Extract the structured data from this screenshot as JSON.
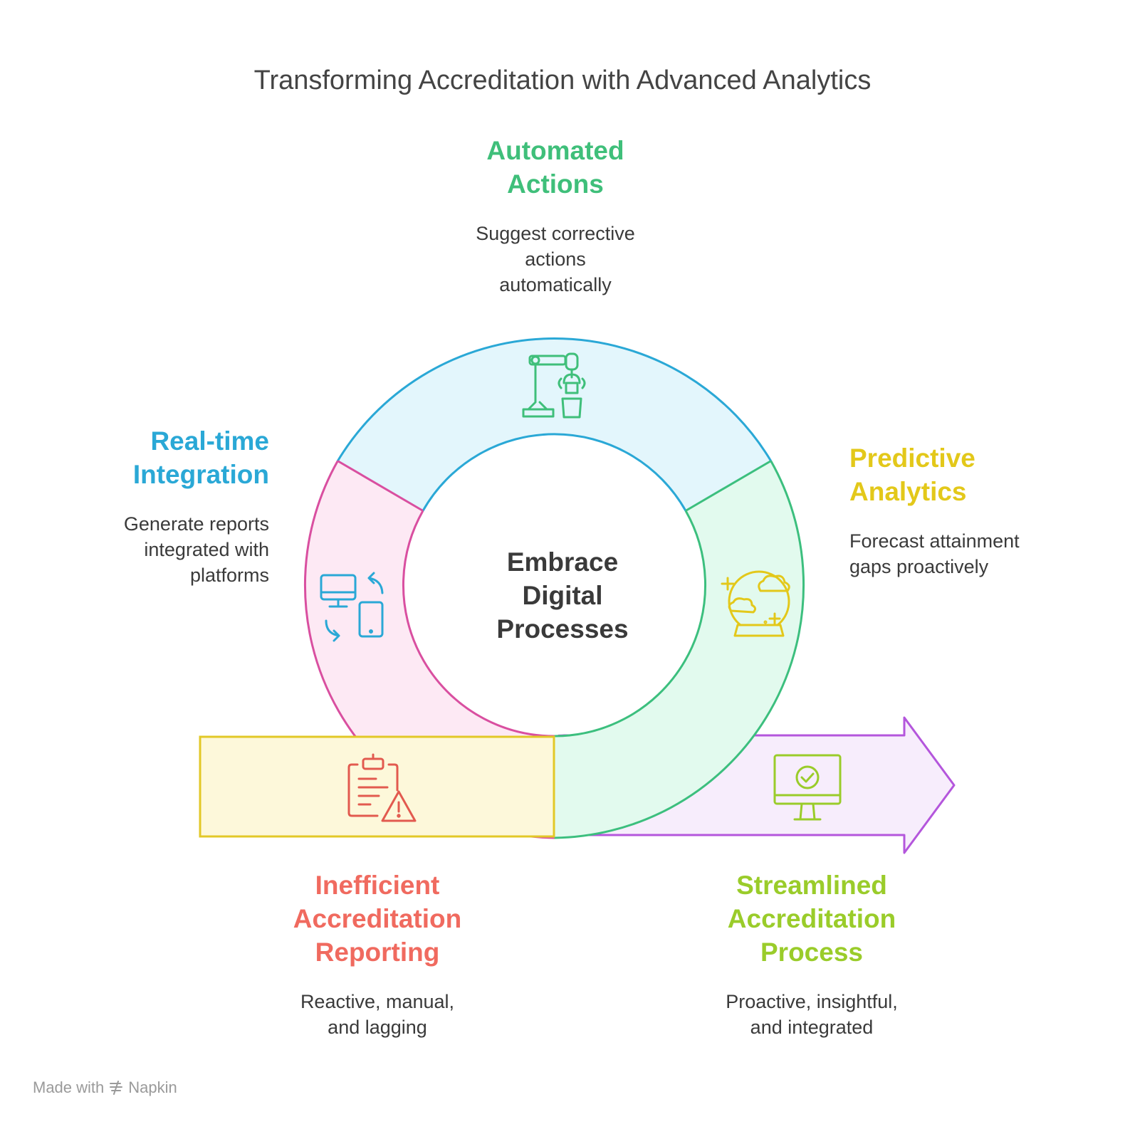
{
  "title": "Transforming Accreditation with Advanced Analytics",
  "center": {
    "line1": "Embrace",
    "line2": "Digital",
    "line3": "Processes"
  },
  "segments": [
    {
      "id": "automated",
      "heading_line1": "Automated",
      "heading_line2": "Actions",
      "desc_line1": "Suggest corrective",
      "desc_line2": "actions",
      "desc_line3": "automatically",
      "color": "#3fbf7a",
      "fill": "#e3f6fc",
      "stroke": "#2aa8d6",
      "icon": "robot-arm-icon"
    },
    {
      "id": "predictive",
      "heading_line1": "Predictive",
      "heading_line2": "Analytics",
      "desc_line1": "Forecast attainment",
      "desc_line2": "gaps proactively",
      "color": "#e3c81a",
      "fill": "#e2faee",
      "stroke": "#3cbf7e",
      "icon": "crystal-ball-icon"
    },
    {
      "id": "realtime",
      "heading_line1": "Real-time",
      "heading_line2": "Integration",
      "desc_line1": "Generate reports",
      "desc_line2": "integrated with",
      "desc_line3": "platforms",
      "color": "#2aa8d6",
      "fill": "#fde9f4",
      "stroke": "#d94fa0",
      "icon": "devices-sync-icon"
    }
  ],
  "start": {
    "heading_line1": "Inefficient",
    "heading_line2": "Accreditation",
    "heading_line3": "Reporting",
    "desc_line1": "Reactive, manual,",
    "desc_line2": "and lagging",
    "color": "#f06a5f",
    "fill": "#fdf8da",
    "stroke": "#e2c827",
    "icon": "clipboard-warning-icon"
  },
  "end": {
    "heading_line1": "Streamlined",
    "heading_line2": "Accreditation",
    "heading_line3": "Process",
    "desc_line1": "Proactive, insightful,",
    "desc_line2": "and integrated",
    "color": "#9acc2a",
    "fill": "#f7edfc",
    "stroke": "#b456dc",
    "icon": "monitor-check-icon"
  },
  "footer": {
    "made_with": "Made with",
    "brand": "Napkin"
  }
}
